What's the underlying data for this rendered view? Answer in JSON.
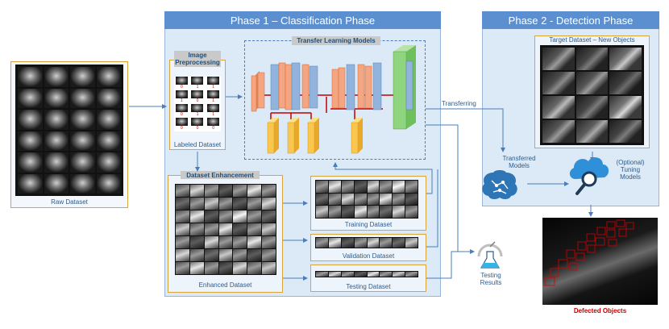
{
  "phase1": {
    "title": "Phase 1 –  Classification Phase",
    "transfer_models_title": "Transfer Learning Models",
    "image_preprocessing": "Image Preprocessing",
    "labeled_dataset": "Labeled Dataset",
    "label_rows": [
      [
        "0",
        "1",
        "1"
      ],
      [
        "1",
        "0",
        "1"
      ],
      [
        "0",
        "1",
        "1"
      ],
      [
        "0",
        "0",
        "0"
      ]
    ],
    "dataset_enhancement": "Dataset Enhancement",
    "enhanced_dataset": "Enhanced Dataset",
    "training_dataset": "Training Dataset",
    "validation_dataset": "Validation Dataset",
    "testing_dataset": "Testing Dataset"
  },
  "phase2": {
    "title": "Phase 2 -  Detection Phase",
    "target_dataset": "Target Dataset – New Objects",
    "transferred_models": "Transferred Models",
    "tuning_models": "(Optional) Tuning Models"
  },
  "raw_dataset": "Raw Dataset",
  "transferring": "Transferring",
  "testing_results": "Testing Results",
  "defected_objects": "Defected Objects",
  "colors": {
    "panel": "#dce9f6",
    "header": "#5b8fd0",
    "gold": "#d9a43a",
    "arrow": "#4a7ebb",
    "conv_orange": "#f4a582",
    "conv_blue": "#92b4dc",
    "pool_yellow": "#f9c74f",
    "fc_green": "#8fd47e",
    "residual_red": "#c00000",
    "defect_red": "#c00000"
  }
}
